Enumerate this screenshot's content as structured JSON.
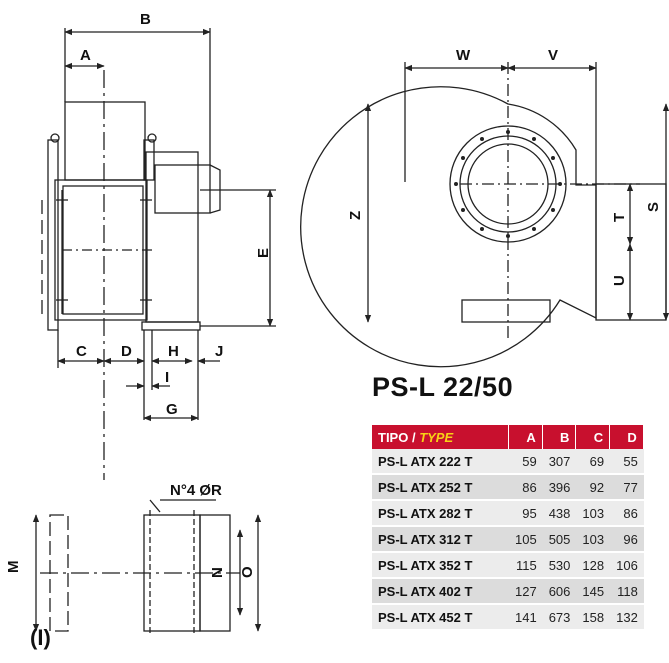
{
  "labels": {
    "B": "B",
    "A": "A",
    "E": "E",
    "C": "C",
    "D": "D",
    "H": "H",
    "J": "J",
    "I": "I",
    "G": "G",
    "R": "N°4 ØR",
    "M": "M",
    "N": "N",
    "O": "O",
    "W": "W",
    "V": "V",
    "Z": "Z",
    "T": "T",
    "S": "S",
    "U": "U"
  },
  "note": "(I)",
  "model_title": "PS-L 22/50",
  "table": {
    "header_tipo": "TIPO /",
    "header_type": "TYPE",
    "columns": [
      "A",
      "B",
      "C",
      "D"
    ],
    "rows": [
      {
        "model": "PS-L ATX 222 T",
        "values": [
          "59",
          "307",
          "69",
          "55"
        ]
      },
      {
        "model": "PS-L ATX 252 T",
        "values": [
          "86",
          "396",
          "92",
          "77"
        ]
      },
      {
        "model": "PS-L ATX 282 T",
        "values": [
          "95",
          "438",
          "103",
          "86"
        ]
      },
      {
        "model": "PS-L ATX 312 T",
        "values": [
          "105",
          "505",
          "103",
          "96"
        ]
      },
      {
        "model": "PS-L ATX 352 T",
        "values": [
          "115",
          "530",
          "128",
          "106"
        ]
      },
      {
        "model": "PS-L ATX 402 T",
        "values": [
          "127",
          "606",
          "145",
          "118"
        ]
      },
      {
        "model": "PS-L ATX 452 T",
        "values": [
          "141",
          "673",
          "158",
          "132"
        ]
      }
    ]
  },
  "colors": {
    "header_bg": "#c8102e",
    "type_accent": "#f7d116",
    "line": "#222222"
  }
}
